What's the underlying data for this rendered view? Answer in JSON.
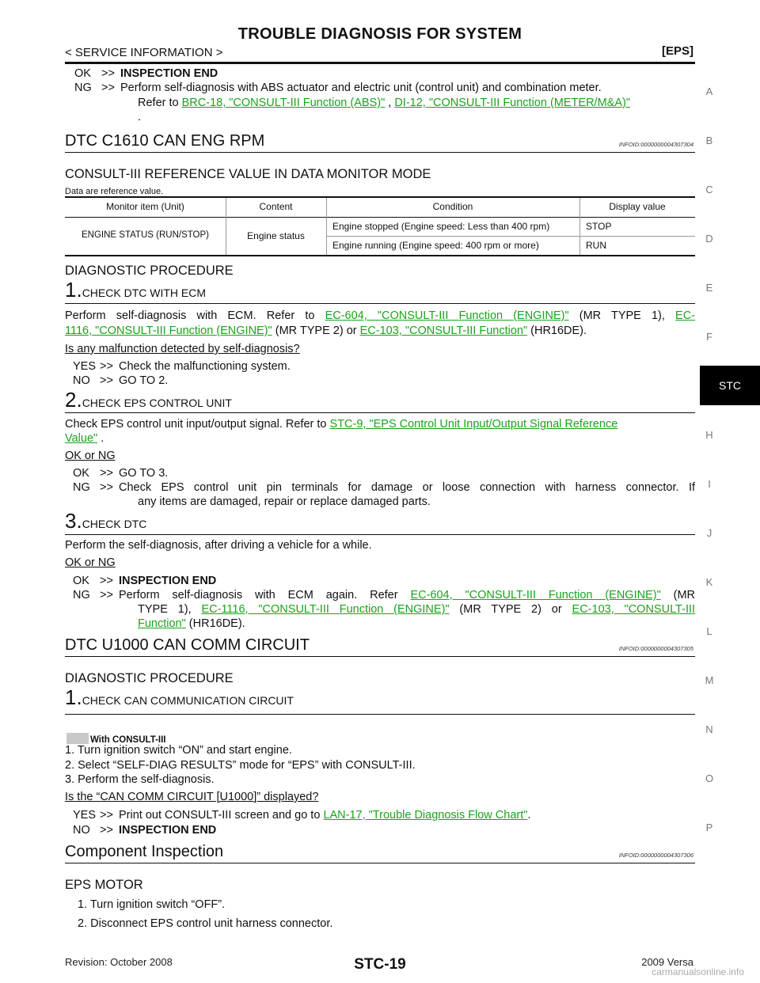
{
  "header": {
    "title": "TROUBLE DIAGNOSIS FOR SYSTEM",
    "section": "< SERVICE INFORMATION >",
    "tag": "[EPS]"
  },
  "top": {
    "ok_key": "OK",
    "ng_key": "NG",
    "arrow": ">>",
    "ok_text": "INSPECTION END",
    "ng_text_a": "Perform self-diagnosis with ABS actuator and electric unit (control unit) and combination meter.",
    "ng_text_b": "Refer to",
    "link1": "BRC-18, \"CONSULT-III Function (ABS)\"",
    "sep": ",",
    "link2": "DI-12, \"CONSULT-III Function (METER/M&A)\"",
    "period": "."
  },
  "dtc1": {
    "title": "DTC C1610 CAN ENG RPM",
    "infoid": "INFOID:0000000004307304",
    "ref_heading": "CONSULT-III REFERENCE VALUE IN DATA MONITOR MODE",
    "note": "Data are reference value.",
    "table": {
      "headers": [
        "Monitor item (Unit)",
        "Content",
        "Condition",
        "Display value"
      ],
      "item": "ENGINE STATUS (RUN/STOP)",
      "content": "Engine status",
      "rows": [
        {
          "condition": "Engine stopped (Engine speed: Less than 400 rpm)",
          "value": "STOP"
        },
        {
          "condition": "Engine running (Engine speed: 400 rpm or more)",
          "value": "RUN"
        }
      ]
    },
    "proc_heading": "DIAGNOSTIC PROCEDURE",
    "step1": {
      "num": "1.",
      "label": "CHECK DTC WITH ECM",
      "text_a": "Perform self-diagnosis with ECM. Refer to",
      "link_a": "EC-604, \"CONSULT-III Function (ENGINE)\"",
      "text_b": "(MR TYPE 1),",
      "link_b1": "EC-",
      "link_b2": "1116, \"CONSULT-III Function (ENGINE)\"",
      "text_c": "(MR TYPE 2) or",
      "link_c": "EC-103, \"CONSULT-III Function\"",
      "text_d": "(HR16DE).",
      "question": "Is any malfunction detected by self-diagnosis?",
      "yes_key": "YES",
      "yes_text": "Check the malfunctioning system.",
      "no_key": "NO",
      "no_text": "GO TO 2."
    },
    "step2": {
      "num": "2.",
      "label": "CHECK EPS CONTROL UNIT",
      "text_a": "Check EPS control unit input/output signal. Refer to",
      "link_a1": "STC-9, \"EPS Control Unit Input/Output Signal Reference",
      "link_a2": "Value\"",
      "text_b": ".",
      "question": "OK or NG",
      "ok_key": "OK",
      "ok_text": "GO TO 3.",
      "ng_key": "NG",
      "ng_text_a": "Check EPS control unit pin terminals for damage or loose connection with harness connector. If",
      "ng_text_b": "any items are damaged, repair or replace damaged parts."
    },
    "step3": {
      "num": "3.",
      "label": "CHECK DTC",
      "text": "Perform the self-diagnosis, after driving a vehicle for a while.",
      "question": "OK or NG",
      "ok_key": "OK",
      "ok_text": "INSPECTION END",
      "ng_key": "NG",
      "ng_text_a": "Perform self-diagnosis with ECM again. Refer",
      "ng_link_a": "EC-604, \"CONSULT-III Function (ENGINE)\"",
      "ng_text_b": "(MR",
      "ng_text_c": "TYPE 1),",
      "ng_link_b": "EC-1116, \"CONSULT-III Function (ENGINE)\"",
      "ng_text_d": "(MR TYPE 2) or",
      "ng_link_c1": "EC-103, \"CONSULT-III",
      "ng_link_c2": "Function\"",
      "ng_text_e": "(HR16DE)."
    }
  },
  "dtc2": {
    "title": "DTC U1000 CAN COMM CIRCUIT",
    "infoid": "INFOID:0000000004307305",
    "proc_heading": "DIAGNOSTIC PROCEDURE",
    "step1": {
      "num": "1.",
      "label": "CHECK CAN COMMUNICATION CIRCUIT",
      "consult_label": "With CONSULT-III",
      "items": [
        "1.  Turn ignition switch “ON” and start engine.",
        "2.  Select “SELF-DIAG RESULTS” mode for “EPS” with CONSULT-III.",
        "3.  Perform the self-diagnosis."
      ],
      "question": "Is the “CAN COMM CIRCUIT [U1000]” displayed?",
      "yes_key": "YES",
      "yes_text": "Print out CONSULT-III screen and go to",
      "yes_link": "LAN-17, \"Trouble Diagnosis Flow Chart\"",
      "yes_end": ".",
      "no_key": "NO",
      "no_text": "INSPECTION END"
    }
  },
  "component": {
    "title": "Component Inspection",
    "infoid": "INFOID:0000000004307306",
    "sub": "EPS MOTOR",
    "items": [
      "1.  Turn ignition switch “OFF”.",
      "2.  Disconnect EPS control unit harness connector."
    ]
  },
  "sidebar": {
    "letters": [
      "A",
      "B",
      "C",
      "D",
      "E",
      "F",
      "H",
      "I",
      "J",
      "K",
      "L",
      "M",
      "N",
      "O",
      "P"
    ],
    "active": "STC"
  },
  "footer": {
    "revision": "Revision: October 2008",
    "page": "STC-19",
    "model": "2009 Versa",
    "watermark": "carmanualsonline.info"
  }
}
